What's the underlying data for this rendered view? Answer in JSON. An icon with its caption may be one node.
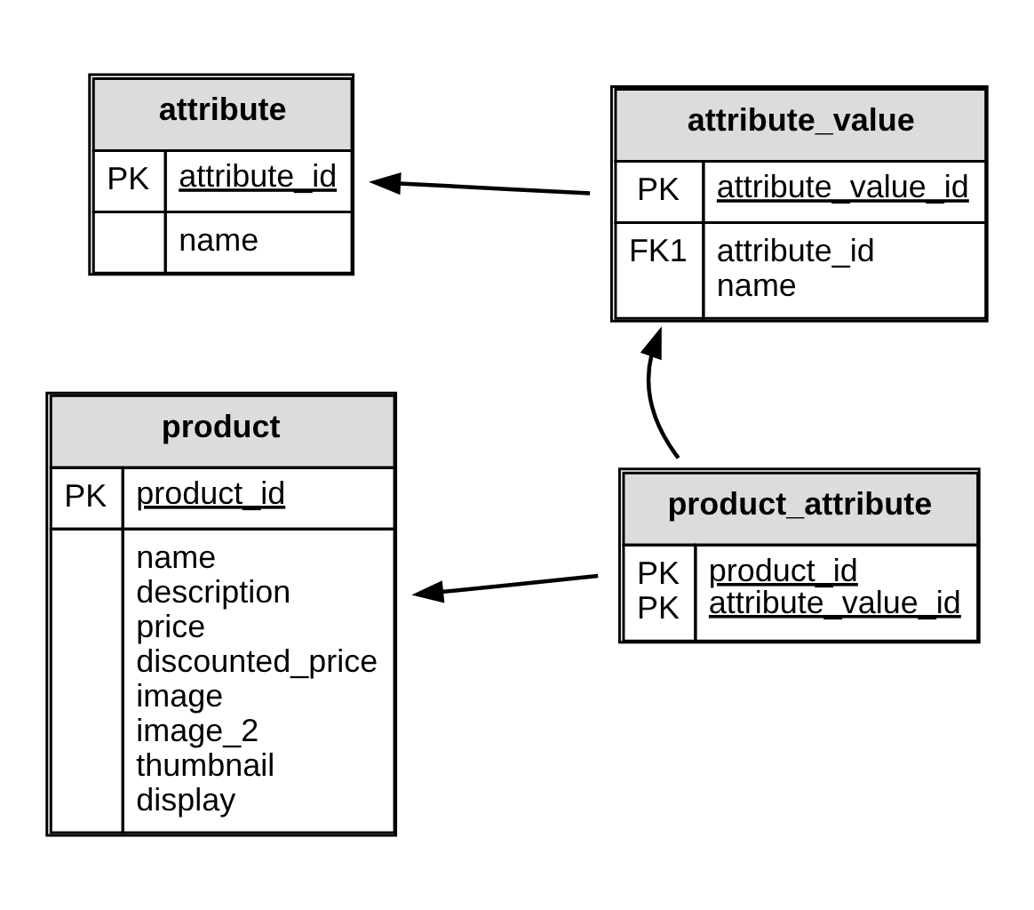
{
  "diagram": {
    "nodes": [
      {
        "text": [
          "attribute",
          "PK",
          "attribute_id",
          "name"
        ]
      },
      {
        "text": [
          "attribute_value",
          "PK",
          "attribute_value_id",
          "FK1",
          "attribute_id",
          "name"
        ]
      },
      {
        "text": [
          "product",
          "PK",
          "product_id",
          "name",
          "description",
          "price",
          "discounted_price",
          "image",
          "image_2",
          "thumbnail",
          "display"
        ]
      },
      {
        "text": [
          "product_attribute",
          "PK",
          "product_id",
          "PK",
          "attribute_value_id"
        ]
      }
    ],
    "edges": [
      {
        "from": 1,
        "to": 0,
        "arrow": "to"
      },
      {
        "from": 3,
        "to": 1,
        "arrow": "to"
      },
      {
        "from": 3,
        "to": 2,
        "arrow": "to"
      }
    ]
  }
}
